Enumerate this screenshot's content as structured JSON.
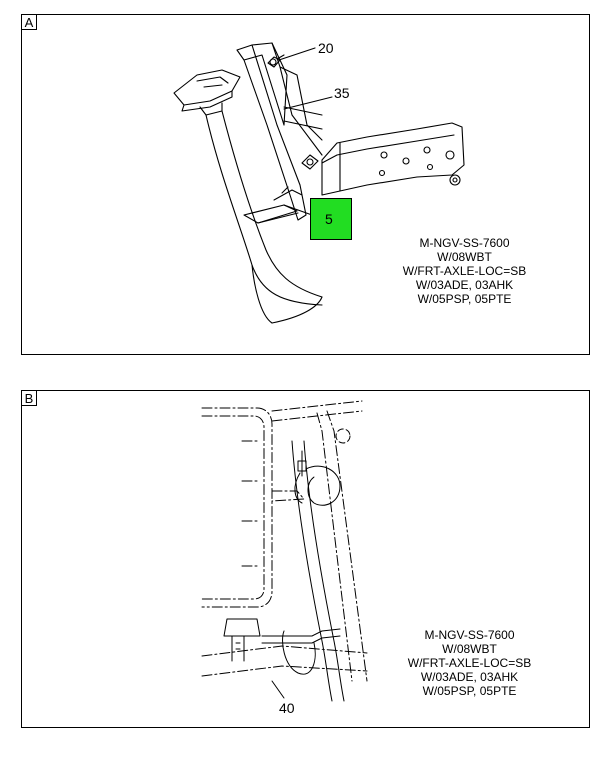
{
  "panel_a": {
    "tag": "A",
    "callouts": {
      "c20": "20",
      "c35": "35",
      "c5": "5"
    },
    "highlight_color": "#22dd22",
    "notes": [
      "M-NGV-SS-7600",
      "W/08WBT",
      "W/FRT-AXLE-LOC=SB",
      "W/03ADE, 03AHK",
      "W/05PSP, 05PTE"
    ]
  },
  "panel_b": {
    "tag": "B",
    "callouts": {
      "c40": "40"
    },
    "notes": [
      "M-NGV-SS-7600",
      "W/08WBT",
      "W/FRT-AXLE-LOC=SB",
      "W/03ADE, 03AHK",
      "W/05PSP, 05PTE"
    ]
  }
}
